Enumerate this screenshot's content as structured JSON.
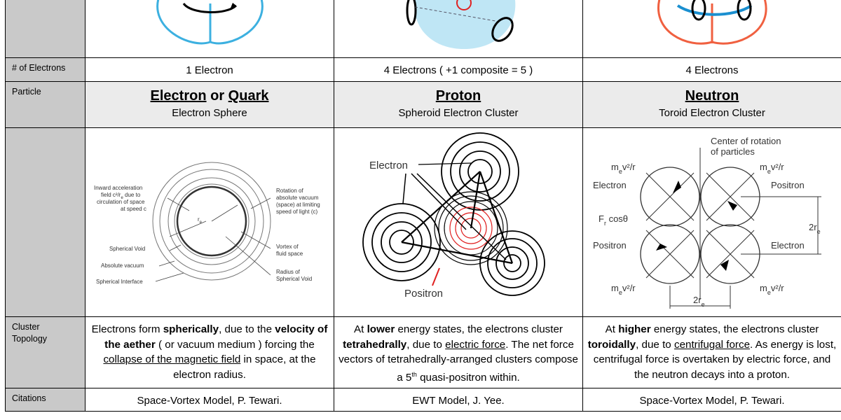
{
  "rows": {
    "electrons_label": "# of Electrons",
    "particle_label": "Particle",
    "topology_label_1": "Cluster",
    "topology_label_2": "Topology",
    "citations_label": "Citations"
  },
  "columns": [
    {
      "electrons": "1 Electron",
      "title_a": "Electron",
      "title_or": " or ",
      "title_b": "Quark",
      "subtitle": "Electron Sphere",
      "desc_1": "Electrons form ",
      "desc_b1": "spherically",
      "desc_2": ", due to the ",
      "desc_b2": "velocity of the aether",
      "desc_3": " ( or vacuum medium ) forcing the ",
      "desc_u1": "collapse of the magnetic field",
      "desc_4": " in space, at the electron radius.",
      "citation": "Space-Vortex Model, P. Tewari."
    },
    {
      "electrons": "4 Electrons ( +1 composite = 5 )",
      "title_a": "Proton",
      "subtitle": "Spheroid Electron Cluster",
      "desc_1": "At ",
      "desc_b1": "lower",
      "desc_2": " energy states, the electrons cluster ",
      "desc_b2": "tetrahedrally",
      "desc_3": ", due to ",
      "desc_u1": "electric force",
      "desc_4": ". The net force vectors of tetrahedrally-arranged clusters compose a 5",
      "desc_sup": "th",
      "desc_5": " quasi-positron within.",
      "citation": "EWT Model, J. Yee."
    },
    {
      "electrons": "4 Electrons",
      "title_a": "Neutron",
      "subtitle": "Toroid Electron Cluster",
      "desc_1": "At ",
      "desc_b1": "higher",
      "desc_2": " energy states, the electrons cluster ",
      "desc_b2": "toroidally",
      "desc_3": ", due to ",
      "desc_u1": "centrifugal force",
      "desc_4": ". As energy is lost, centrifugal force is overtaken by electric force, and the neutron decays into a proton.",
      "citation": "Space-Vortex Model, P. Tewari."
    }
  ],
  "diagrams": {
    "sphere": {
      "inward": [
        "Inward acceleration",
        "field c²/r",
        " due to",
        "circulation of space",
        "at speed c"
      ],
      "rotation": [
        "Rotation of",
        "absolute vacuum",
        "(space) at limiting",
        "speed of light (c)"
      ],
      "re": "r",
      "re_sub": "e",
      "void": "Spherical Void",
      "vortex": [
        "Vortex of",
        "fluid space"
      ],
      "absolute": "Absolute vacuum",
      "radius": [
        "Radius of",
        "Spherical Void"
      ],
      "interface": "Spherical Interface"
    },
    "proton": {
      "electron": "Electron",
      "positron": "Positron"
    },
    "neutron": {
      "center": [
        "Center of rotation",
        "of particles"
      ],
      "electron": "Electron",
      "positron": "Positron",
      "fr_cos": "F",
      "fr_cos2": " cosθ",
      "two_r": "2r",
      "two_r_sub": "e",
      "mev": "m",
      "mev_tail": "v²/r"
    }
  },
  "colors": {
    "header_gray": "#c9c9c9",
    "particle_gray": "#ebebeb",
    "positron_red": "#e02020",
    "sphere_blue": "#bfe6f5"
  }
}
